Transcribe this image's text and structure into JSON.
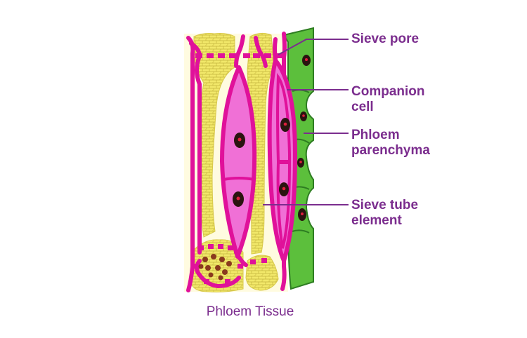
{
  "colors": {
    "wall": "#e0119a",
    "cell_fill": "#f070d6",
    "parenchyma": "#5cbf3c",
    "sieve_plate_fill": "#f2e86a",
    "cytoplasm": "#fffbe0",
    "nucleus": "#2a1410",
    "nucleolus": "#e0203c",
    "leader": "#7b2d8e",
    "text": "#7b2d8e"
  },
  "labels": {
    "sieve_pore": "Sieve pore",
    "companion_cell": [
      "Companion",
      "cell"
    ],
    "phloem_parenchyma": [
      "Phloem",
      "parenchyma"
    ],
    "sieve_tube_element": [
      "Sieve tube",
      "element"
    ]
  },
  "caption": "Phloem Tissue"
}
